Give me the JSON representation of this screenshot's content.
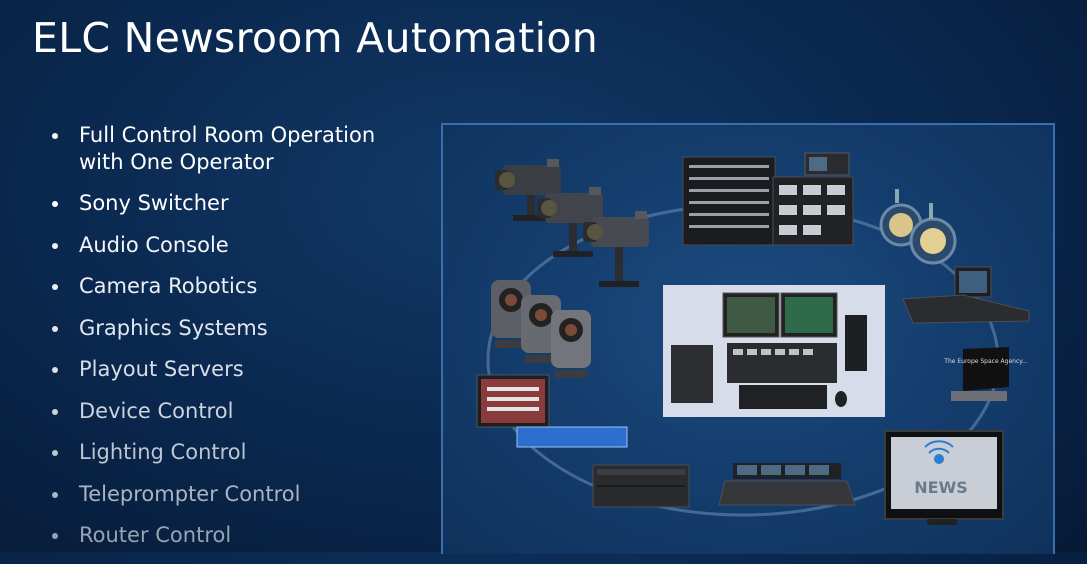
{
  "slide": {
    "title": "ELC Newsroom Automation",
    "bullets": [
      {
        "label": "Full Control Room Operation",
        "label2": "with One Operator",
        "color": "#ffffff"
      },
      {
        "label": "Sony Switcher",
        "color": "#ffffff"
      },
      {
        "label": "Audio Console",
        "color": "#f3f5f8"
      },
      {
        "label": "Camera Robotics",
        "color": "#eceff4"
      },
      {
        "label": "Graphics Systems",
        "color": "#e3e8ef"
      },
      {
        "label": "Playout Servers",
        "color": "#d8dee8"
      },
      {
        "label": "Device Control",
        "color": "#cbd3df"
      },
      {
        "label": "Lighting Control",
        "color": "#bcc5d2"
      },
      {
        "label": "Teleprompter Control",
        "color": "#aab4c2"
      },
      {
        "label": "Router Control",
        "color": "#98a3b2"
      }
    ]
  },
  "diagram": {
    "news_label": "NEWS",
    "prompter_text": "The Europe Space Agency..."
  },
  "colors": {
    "panel_border": "#3a6fae",
    "accent_blue": "#1e5fc0"
  }
}
